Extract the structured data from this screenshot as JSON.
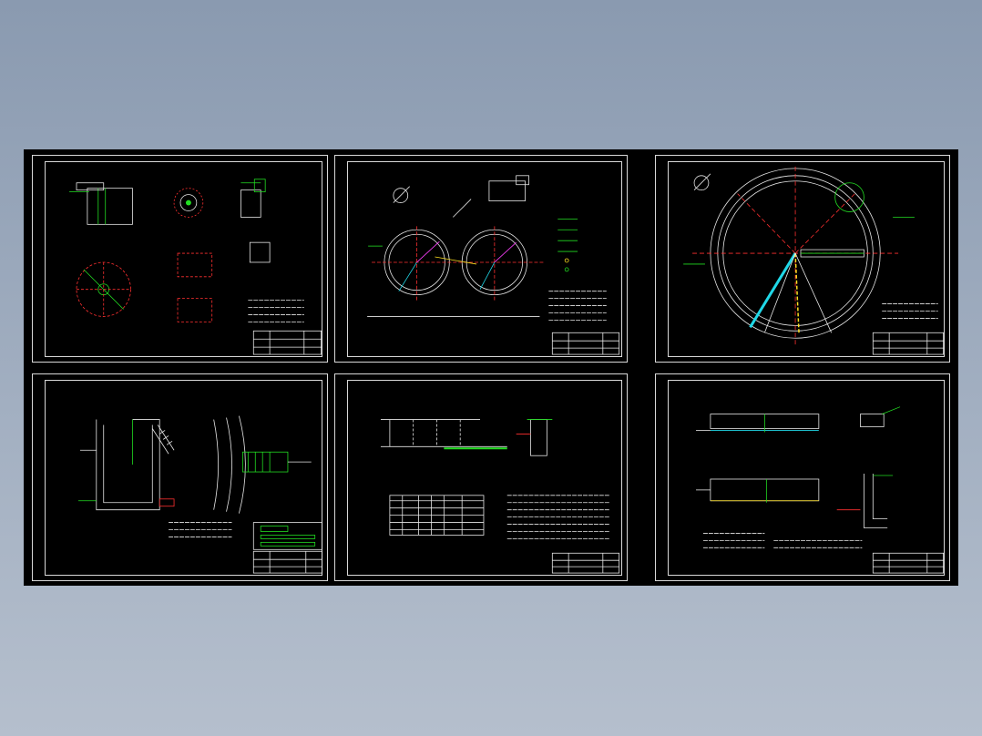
{
  "viewer": {
    "background_top": "#8a9ab0",
    "background_bottom": "#b5bfcd",
    "canvas_color": "#000000"
  },
  "colors": {
    "line_white": "#e8e8e8",
    "line_green": "#22dd22",
    "line_red": "#ff3030",
    "line_cyan": "#20d8e8",
    "line_yellow": "#ffe020",
    "line_magenta": "#ff40ff"
  },
  "sheets": [
    {
      "id": "sheet-1",
      "content": "detail-drawings"
    },
    {
      "id": "sheet-2",
      "content": "twin-tank-plan"
    },
    {
      "id": "sheet-3",
      "content": "large-tank-plan"
    },
    {
      "id": "sheet-4",
      "content": "wall-section-ladder"
    },
    {
      "id": "sheet-5",
      "content": "beam-elevation-table"
    },
    {
      "id": "sheet-6",
      "content": "sections-and-notes"
    }
  ]
}
